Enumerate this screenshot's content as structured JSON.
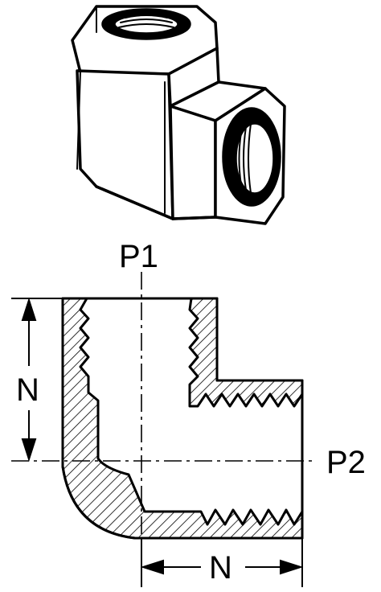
{
  "labels": {
    "p1": "P1",
    "p2": "P2",
    "n_vertical": "N",
    "n_horizontal": "N"
  },
  "colors": {
    "ink": "#000000",
    "paper": "#ffffff"
  }
}
